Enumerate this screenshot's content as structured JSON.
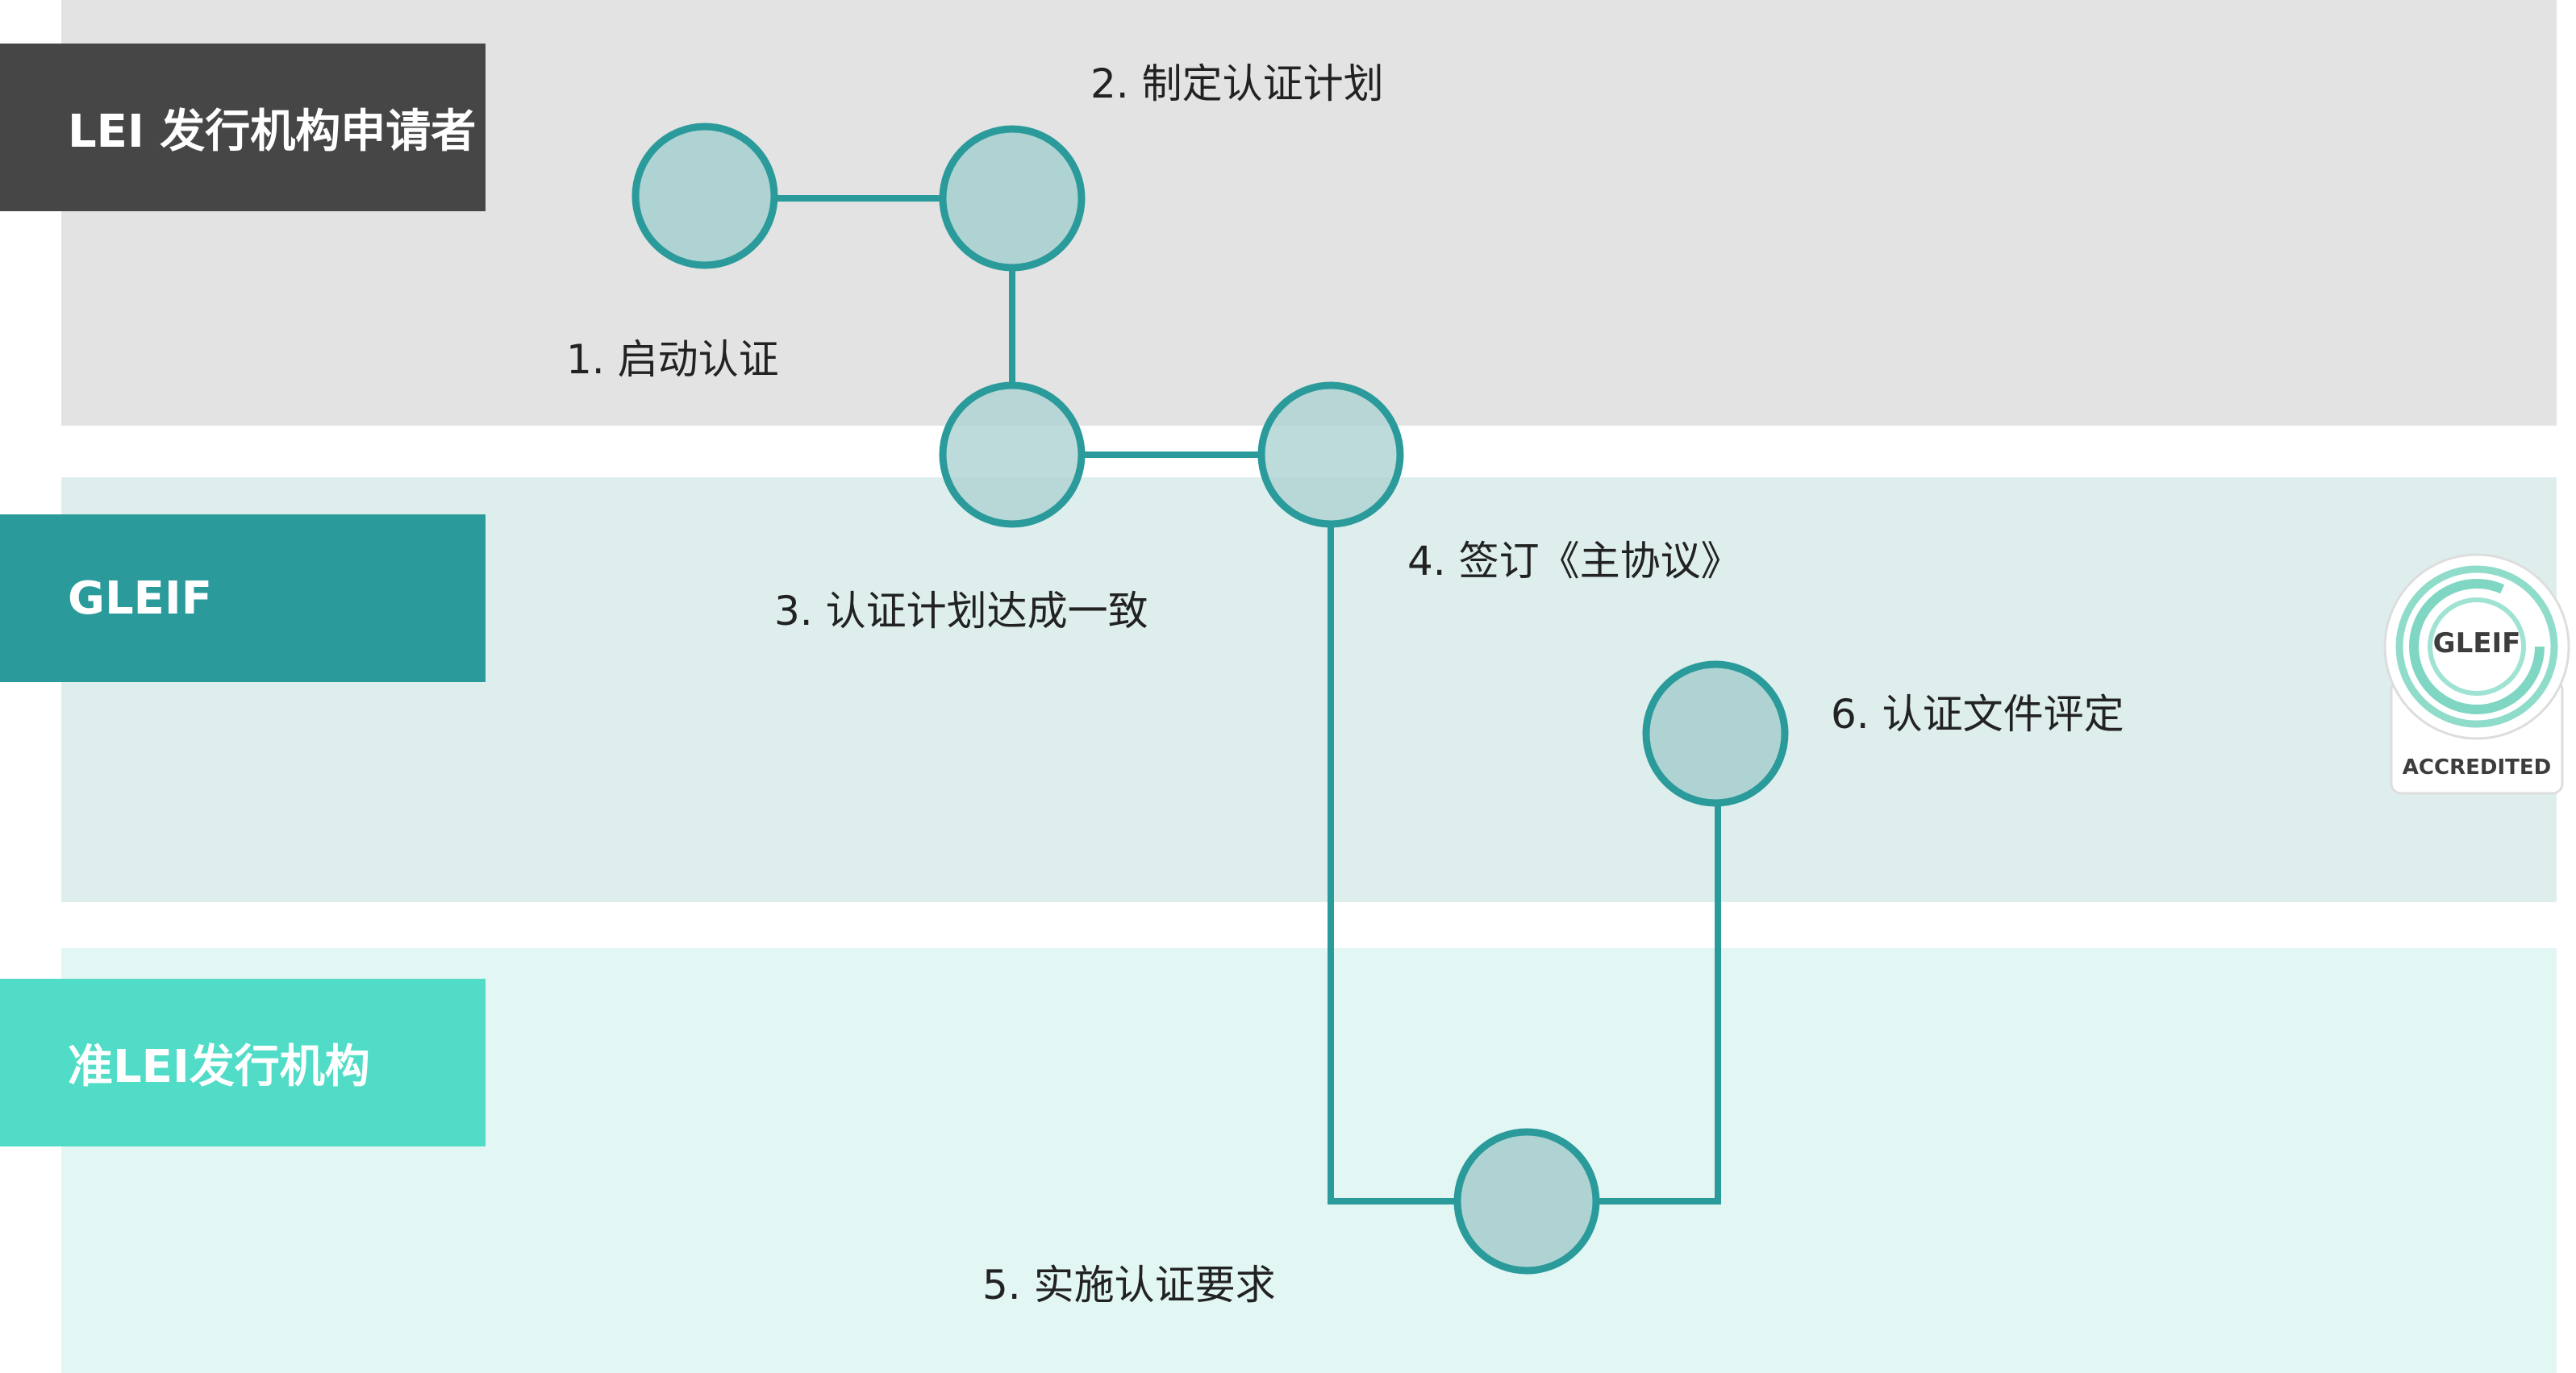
{
  "lanes": [
    {
      "label": "LEI 发行机构申请者",
      "color": "#464646",
      "background": "#e3e3e3"
    },
    {
      "label": "GLEIF",
      "color": "#2a9a9b",
      "background": "#ddeeed"
    },
    {
      "label": "准LEI发行机构",
      "color": "#50dcc6",
      "background": "#e2f7f4"
    }
  ],
  "steps": [
    {
      "label": "1. 启动认证"
    },
    {
      "label": "2. 制定认证计划"
    },
    {
      "label": "3. 认证计划达成一致"
    },
    {
      "label": "4. 签订《主协议》"
    },
    {
      "label": "5. 实施认证要求"
    },
    {
      "label": "6. 认证文件评定"
    }
  ],
  "badge": {
    "name": "GLEIF",
    "caption": "ACCREDITED"
  },
  "colors": {
    "connector": "#2a9a9b",
    "node_fill": "#aed3d2",
    "badge_ring": "#7fd6c2"
  }
}
